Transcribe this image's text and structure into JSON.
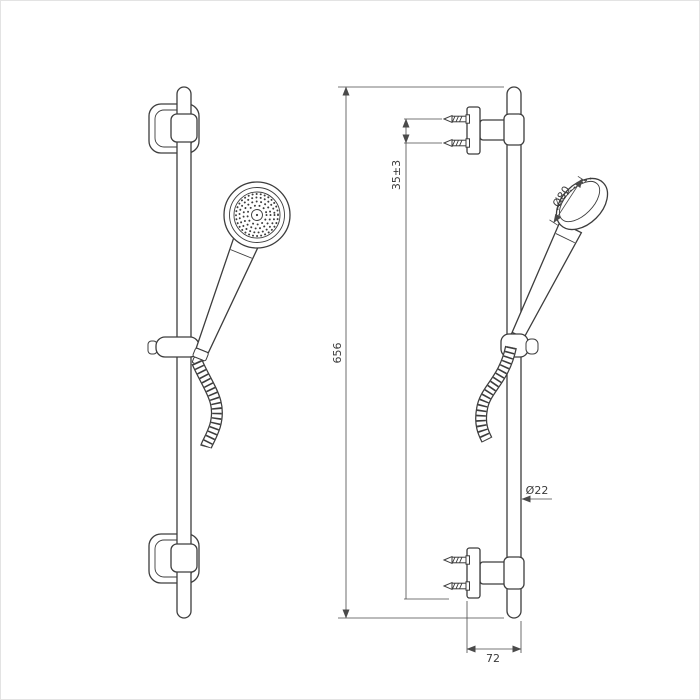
{
  "drawing": {
    "type": "technical-drawing",
    "subject": "shower-slide-rail-set-two-views",
    "line_color": "#3d3d3d",
    "dimensions": {
      "overall_height": "656",
      "mount_hole_spacing": "35±3",
      "handset_diameter": "Ø80",
      "rail_diameter": "Ø22",
      "wall_projection": "72"
    }
  }
}
